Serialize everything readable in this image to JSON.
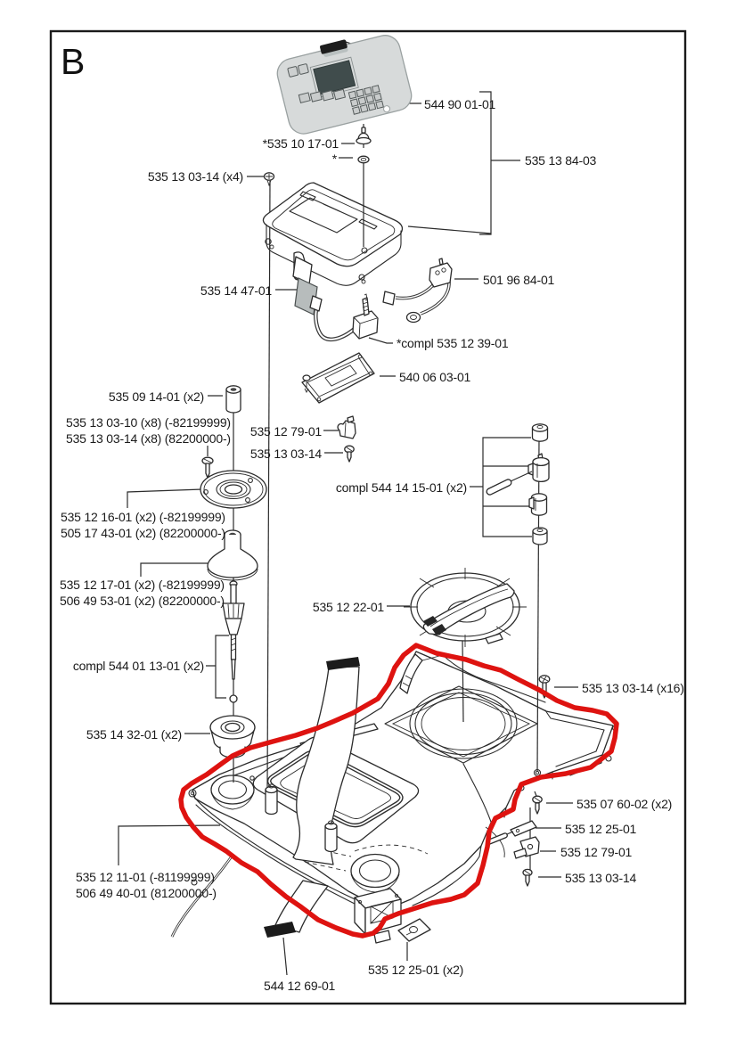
{
  "page": {
    "section_letter": "B",
    "line_color": "#2b2b2b",
    "highlight_color": "#de1310",
    "background_color": "#ffffff"
  },
  "labels": [
    {
      "id": "label-544-90-01-01",
      "text": "544 90 01-01"
    },
    {
      "id": "label-535-10-17-01",
      "text": "*535 10 17-01"
    },
    {
      "id": "label-asterisk",
      "text": "*"
    },
    {
      "id": "label-535-13-03-14-x4",
      "text": "535 13 03-14 (x4)"
    },
    {
      "id": "label-535-13-84-03",
      "text": "535 13 84-03"
    },
    {
      "id": "label-535-14-47-01",
      "text": "535 14 47-01"
    },
    {
      "id": "label-501-96-84-01",
      "text": "501 96 84-01"
    },
    {
      "id": "label-compl-535-12-39-01",
      "text": "*compl 535 12 39-01"
    },
    {
      "id": "label-540-06-03-01",
      "text": "540 06 03-01"
    },
    {
      "id": "label-535-09-14-01-x2",
      "text": "535 09 14-01 (x2)"
    },
    {
      "id": "label-535-13-03-10-x8",
      "text": "535 13 03-10 (x8) (-82199999)"
    },
    {
      "id": "label-535-13-03-14-x8",
      "text": "535 13 03-14 (x8) (82200000-)"
    },
    {
      "id": "label-535-12-79-01-upper",
      "text": "535 12 79-01"
    },
    {
      "id": "label-535-13-03-14-upper",
      "text": "535 13 03-14"
    },
    {
      "id": "label-compl-544-14-15-01",
      "text": "compl 544 14 15-01 (x2)"
    },
    {
      "id": "label-535-12-16-01",
      "text": "535 12 16-01 (x2) (-82199999)"
    },
    {
      "id": "label-505-17-43-01",
      "text": "505 17 43-01 (x2) (82200000-)"
    },
    {
      "id": "label-535-12-17-01",
      "text": "535 12 17-01 (x2) (-82199999)"
    },
    {
      "id": "label-506-49-53-01",
      "text": "506 49 53-01 (x2) (82200000-)"
    },
    {
      "id": "label-535-12-22-01",
      "text": "535 12 22-01"
    },
    {
      "id": "label-compl-544-01-13-01",
      "text": "compl 544 01 13-01 (x2)"
    },
    {
      "id": "label-535-13-03-14-x16",
      "text": "535 13 03-14 (x16)"
    },
    {
      "id": "label-535-14-32-01-x2",
      "text": "535 14 32-01 (x2)"
    },
    {
      "id": "label-535-07-60-02-x2",
      "text": "535 07 60-02 (x2)"
    },
    {
      "id": "label-535-12-25-01-right",
      "text": "535 12 25-01"
    },
    {
      "id": "label-535-12-79-01-lower",
      "text": "535 12 79-01"
    },
    {
      "id": "label-535-13-03-14-lower",
      "text": "535 13 03-14"
    },
    {
      "id": "label-535-12-11-01",
      "text": "535 12 11-01 (-81199999)"
    },
    {
      "id": "label-506-49-40-01",
      "text": "506 49 40-01 (81200000-)"
    },
    {
      "id": "label-535-12-25-01-x2",
      "text": "535 12 25-01 (x2)"
    },
    {
      "id": "label-544-12-69-01",
      "text": "544 12 69-01"
    }
  ]
}
